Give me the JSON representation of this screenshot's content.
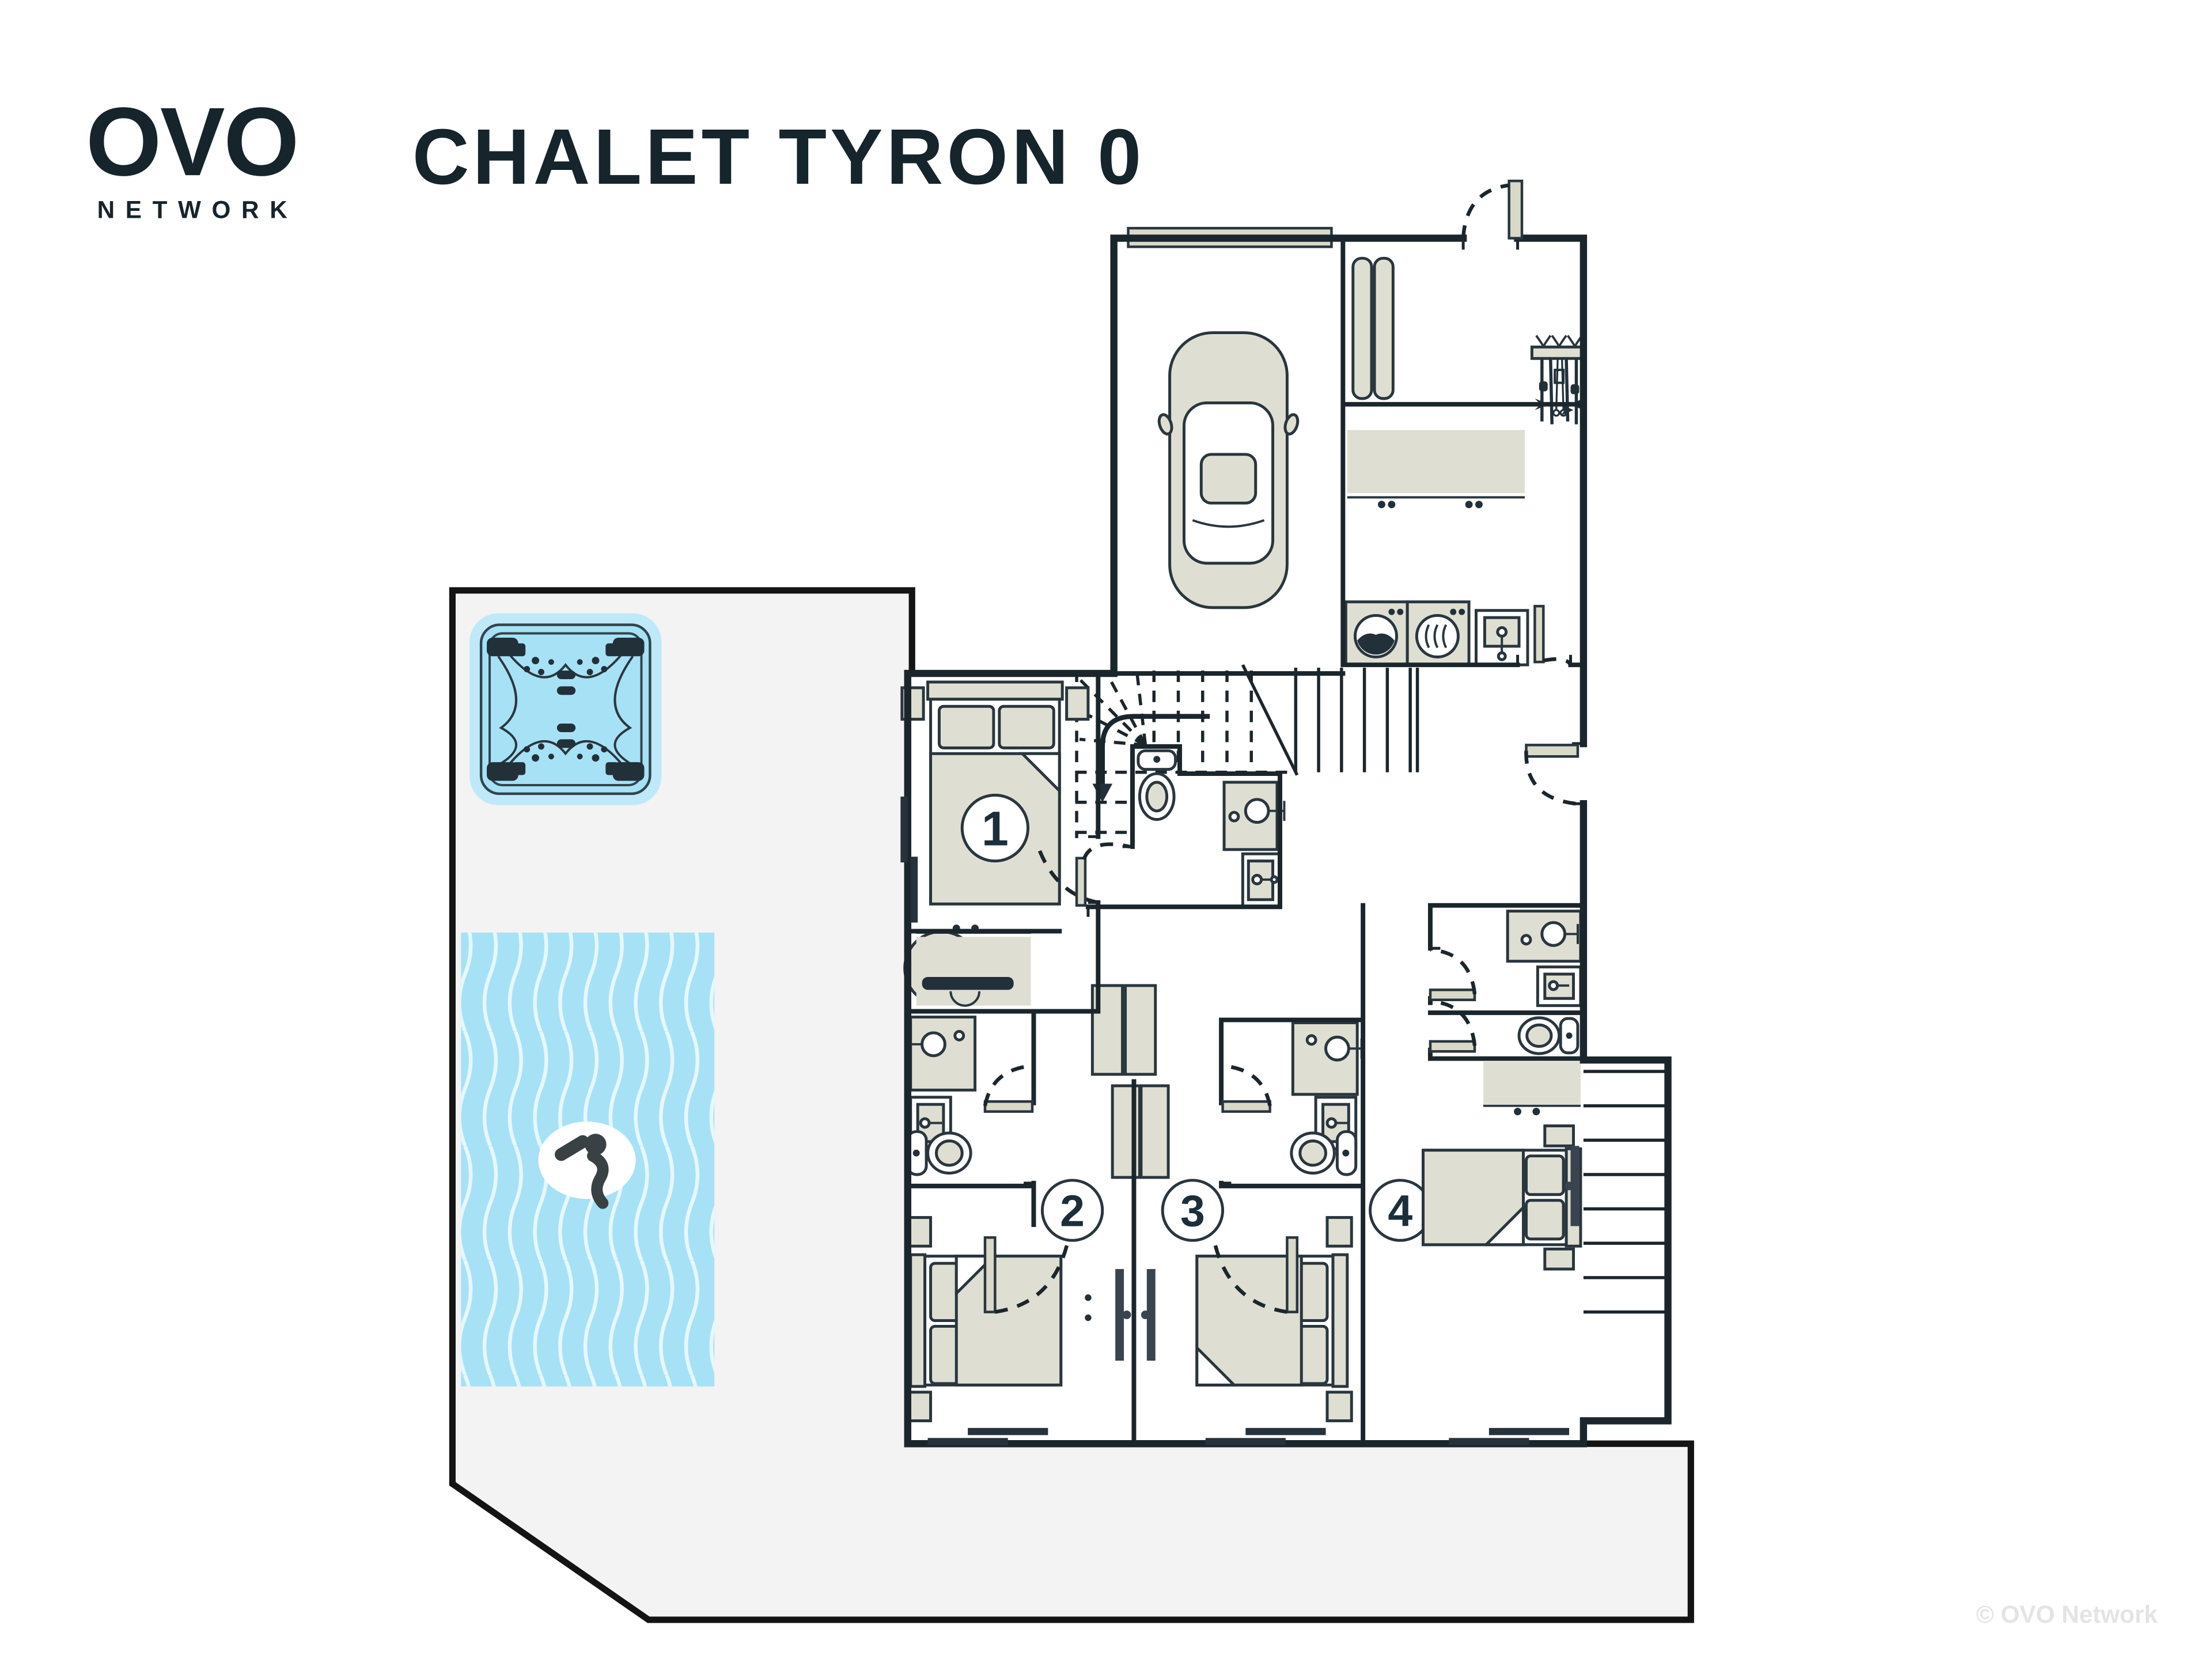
{
  "brand": {
    "logo_text": "OVO",
    "logo_subtext": "NETWORK"
  },
  "header": {
    "title": "CHALET TYRON 0"
  },
  "rooms": [
    {
      "number": "1"
    },
    {
      "number": "2"
    },
    {
      "number": "3"
    },
    {
      "number": "4"
    }
  ],
  "footer": {
    "copyright": "© OVO Network"
  },
  "colors": {
    "ink": "#1b262c",
    "navy_text": "#16242c",
    "furniture_beige": "#dedfd2",
    "terrace_gray": "#f3f3f3",
    "pool_blue": "#a7e1f6",
    "hot_tub_blue": "#ade3f6",
    "copyright_gray": "#e4e4e4"
  }
}
